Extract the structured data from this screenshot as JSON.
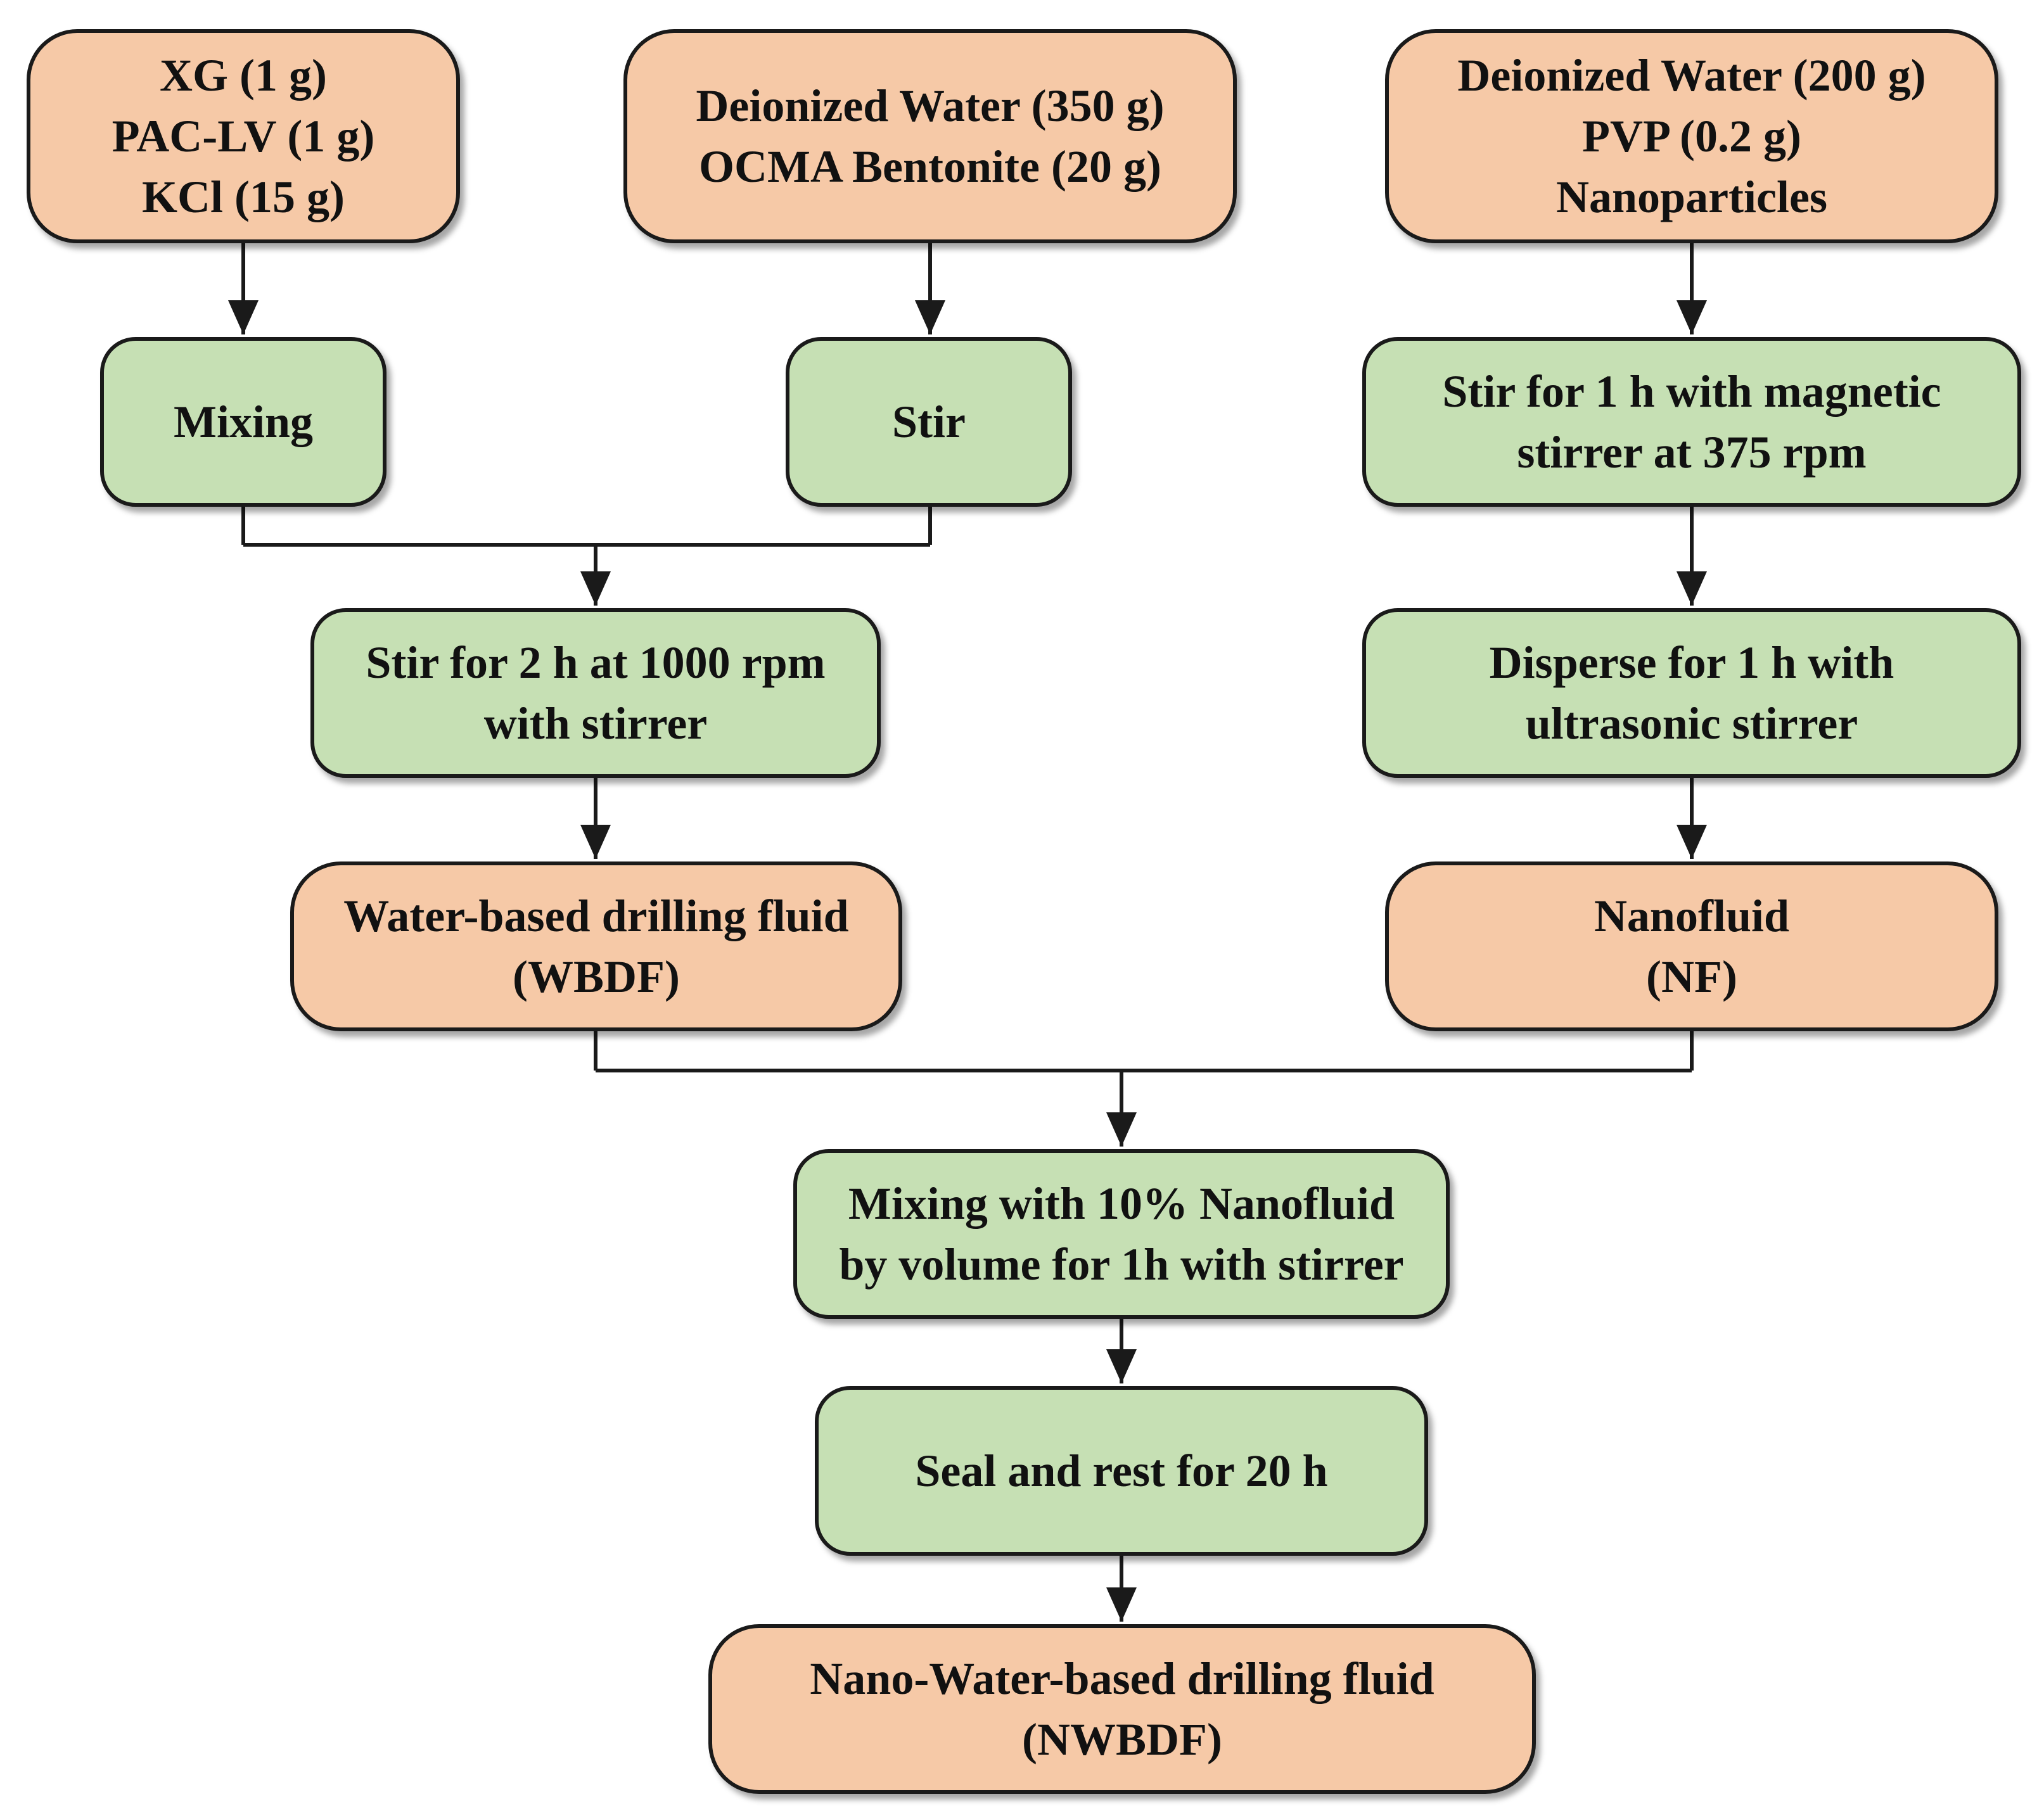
{
  "colors": {
    "input_fill": "#f6c9a7",
    "process_fill": "#c6e0b4",
    "stroke": "#1a1a1a"
  },
  "nodes": {
    "xg_inputs": {
      "lines": [
        "XG (1 g)",
        "PAC-LV (1 g)",
        "KCl (15 g)"
      ]
    },
    "water_bentonite": {
      "lines": [
        "Deionized Water (350 g)",
        "OCMA Bentonite (20 g)"
      ]
    },
    "water_pvp": {
      "lines": [
        "Deionized Water (200 g)",
        "PVP (0.2 g)",
        "Nanoparticles"
      ]
    },
    "mixing": {
      "lines": [
        "Mixing"
      ]
    },
    "stir": {
      "lines": [
        "Stir"
      ]
    },
    "magnetic_stir": {
      "lines": [
        "Stir for 1 h with magnetic",
        "stirrer at 375 rpm"
      ]
    },
    "stir_2h": {
      "lines": [
        "Stir for 2 h at 1000 rpm",
        "with stirrer"
      ]
    },
    "ultrasonic": {
      "lines": [
        "Disperse for 1 h with",
        "ultrasonic stirrer"
      ]
    },
    "wbdf": {
      "lines": [
        "Water-based drilling fluid",
        "(WBDF)"
      ]
    },
    "nf": {
      "lines": [
        "Nanofluid",
        "(NF)"
      ]
    },
    "mix_nanofluid": {
      "lines": [
        "Mixing with 10% Nanofluid",
        "by volume for 1h with stirrer"
      ]
    },
    "seal_rest": {
      "lines": [
        "Seal and rest for 20 h"
      ]
    },
    "nwbdf": {
      "lines": [
        "Nano-Water-based drilling fluid",
        "(NWBDF)"
      ]
    }
  }
}
